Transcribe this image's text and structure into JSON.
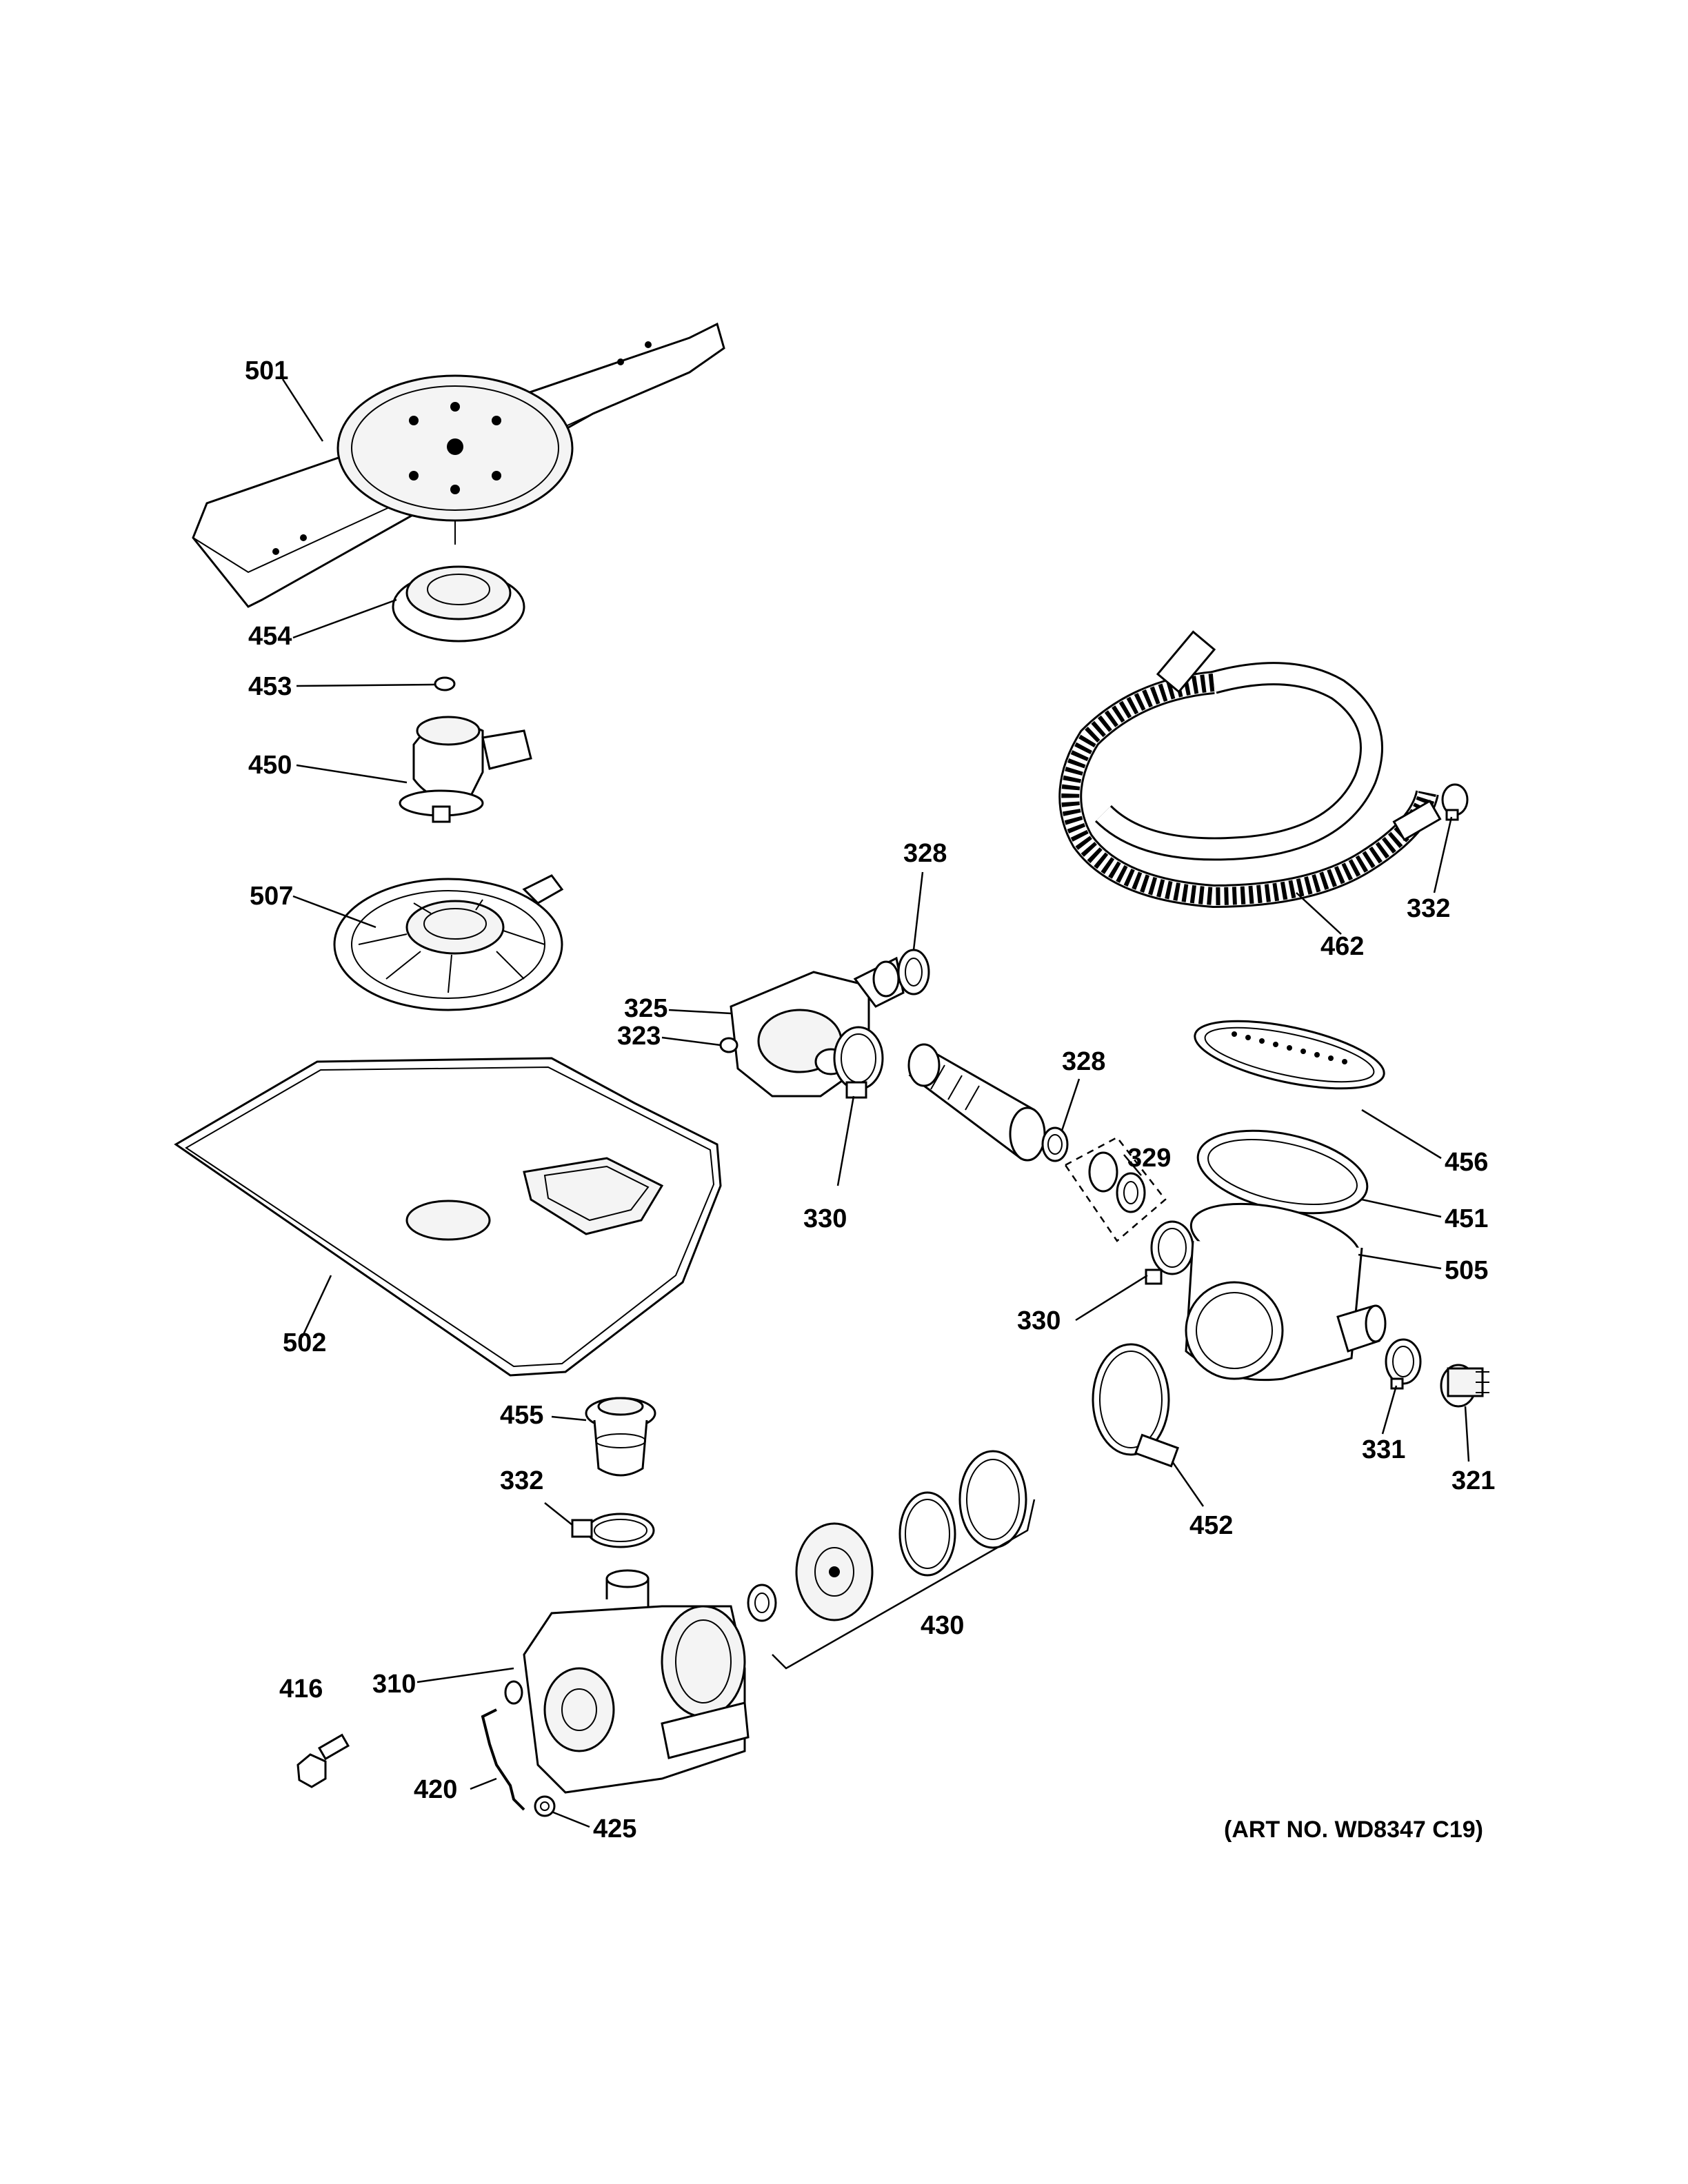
{
  "art_number": "(ART NO. WD8347 C19)",
  "callouts": {
    "c501": "501",
    "c454": "454",
    "c453": "453",
    "c450": "450",
    "c507": "507",
    "c502": "502",
    "c328a": "328",
    "c325": "325",
    "c323": "323",
    "c330a": "330",
    "c328b": "328",
    "c329": "329",
    "c330b": "330",
    "c456": "456",
    "c451": "451",
    "c505": "505",
    "c331": "331",
    "c321": "321",
    "c452": "452",
    "c462": "462",
    "c332a": "332",
    "c455": "455",
    "c332b": "332",
    "c430": "430",
    "c416": "416",
    "c310": "310",
    "c420": "420",
    "c425": "425"
  }
}
